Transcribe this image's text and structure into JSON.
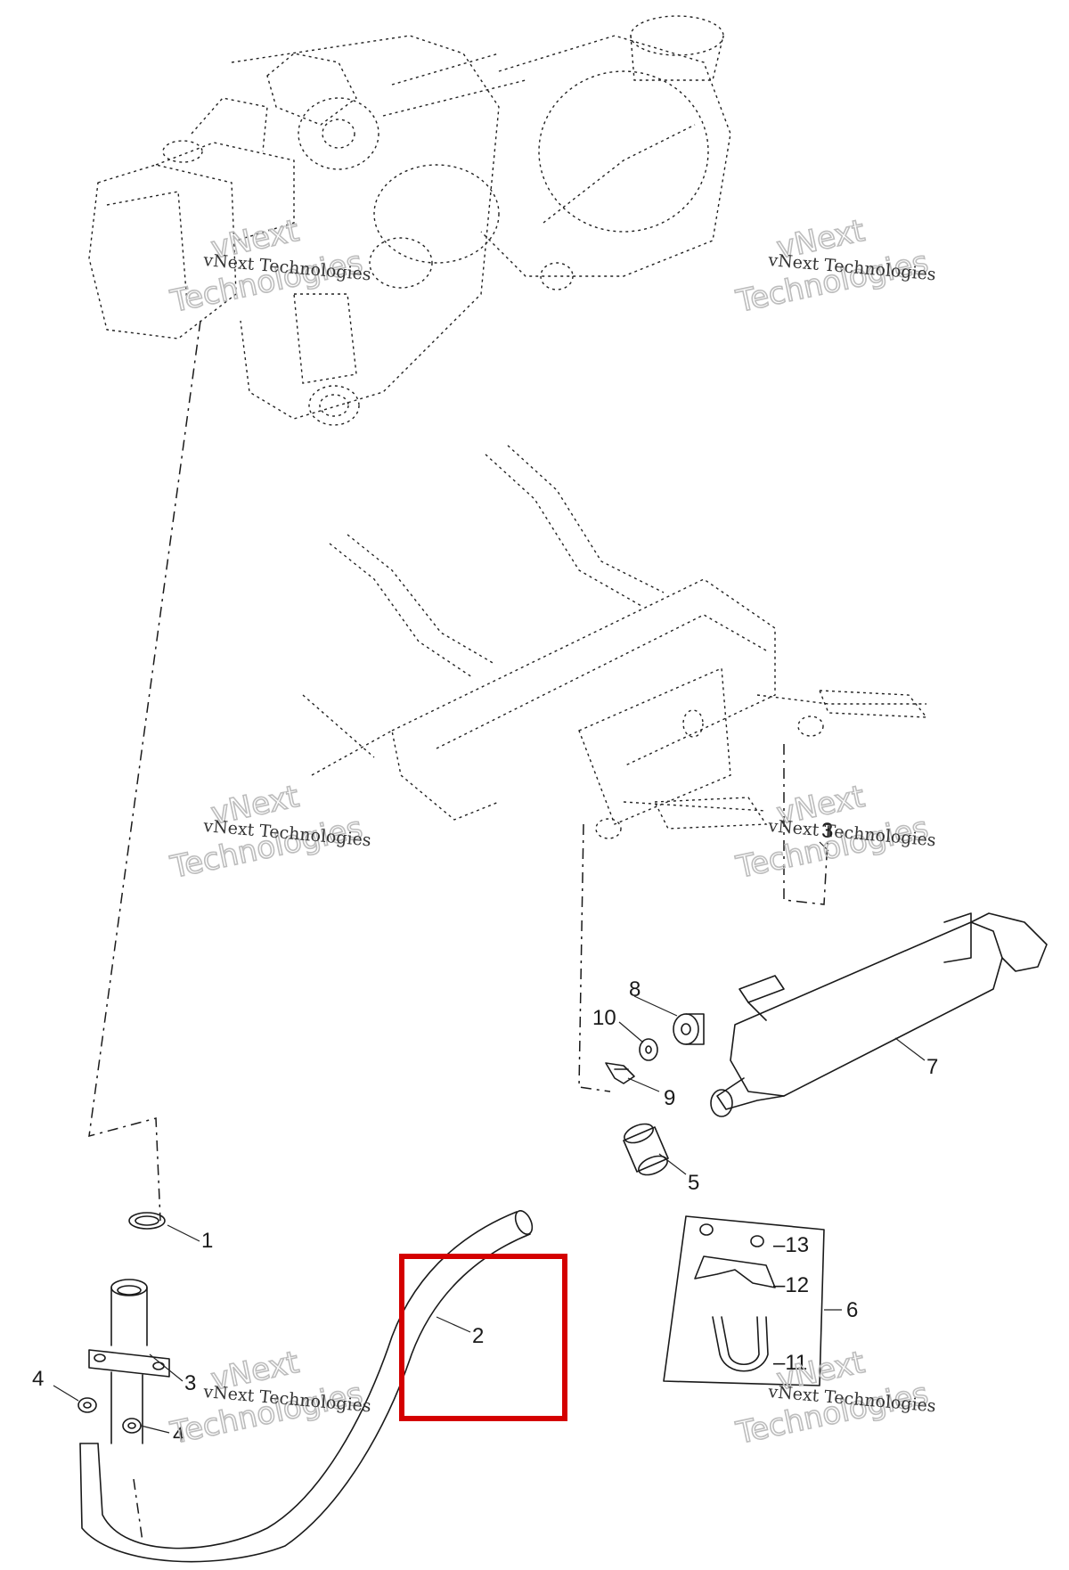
{
  "callouts": {
    "c1": "1",
    "c2": "2",
    "c3a": "3",
    "c3b": "3",
    "c4a": "4",
    "c4b": "4",
    "c5": "5",
    "c6": "6",
    "c7": "7",
    "c8": "8",
    "c9": "9",
    "c10": "10",
    "c11": "–11",
    "c12": "–12",
    "c13": "–13"
  },
  "watermark": {
    "line": "vNext Technologies",
    "word1": "vNext",
    "word2": "Technologies"
  },
  "highlight": {
    "color": "#d40000",
    "target_callout": "2"
  }
}
